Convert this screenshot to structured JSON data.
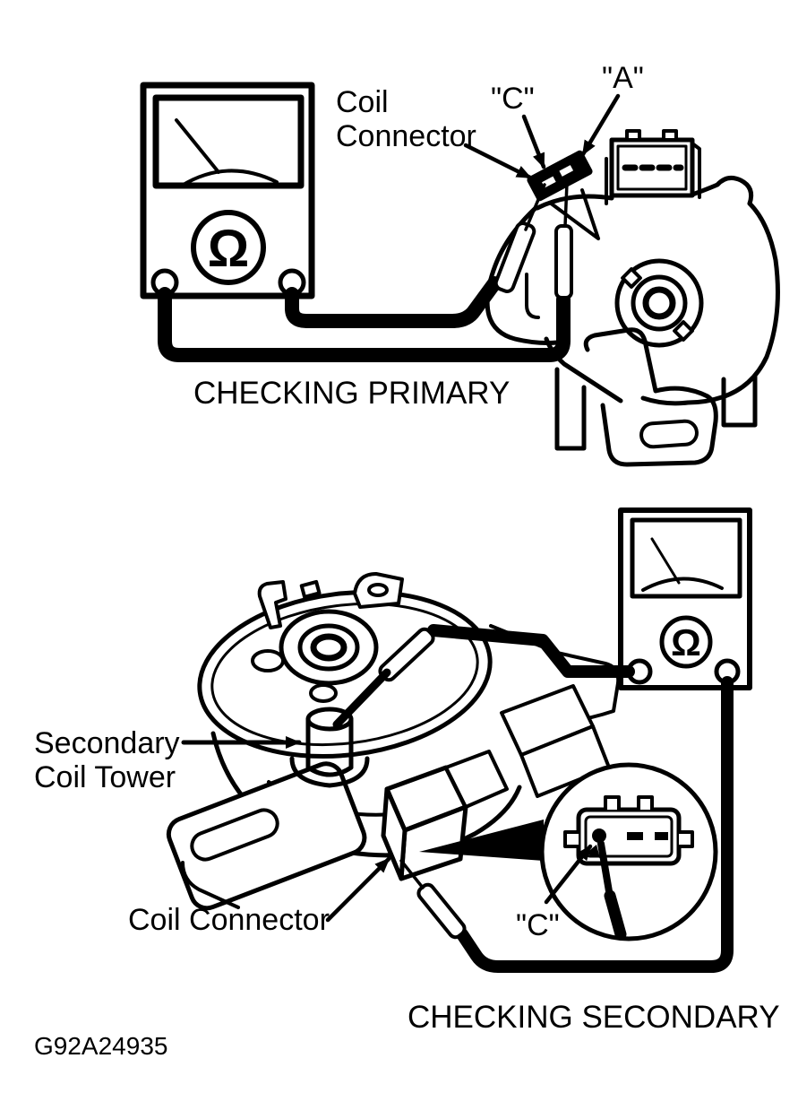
{
  "figure": {
    "code": "G92A24935",
    "primary": {
      "caption": "CHECKING PRIMARY",
      "labels": {
        "coil_connector_line1": "Coil",
        "coil_connector_line2": "Connector",
        "terminal_c": "\"C\"",
        "terminal_a": "\"A\""
      },
      "meter": {
        "dial_symbol": "Ω"
      }
    },
    "secondary": {
      "caption": "CHECKING SECONDARY",
      "labels": {
        "tower_line1": "Secondary",
        "tower_line2": "Coil Tower",
        "coil_connector": "Coil Connector",
        "terminal_c": "\"C\""
      },
      "meter": {
        "dial_symbol": "Ω"
      }
    }
  },
  "colors": {
    "line": "#000000",
    "background": "#ffffff"
  }
}
